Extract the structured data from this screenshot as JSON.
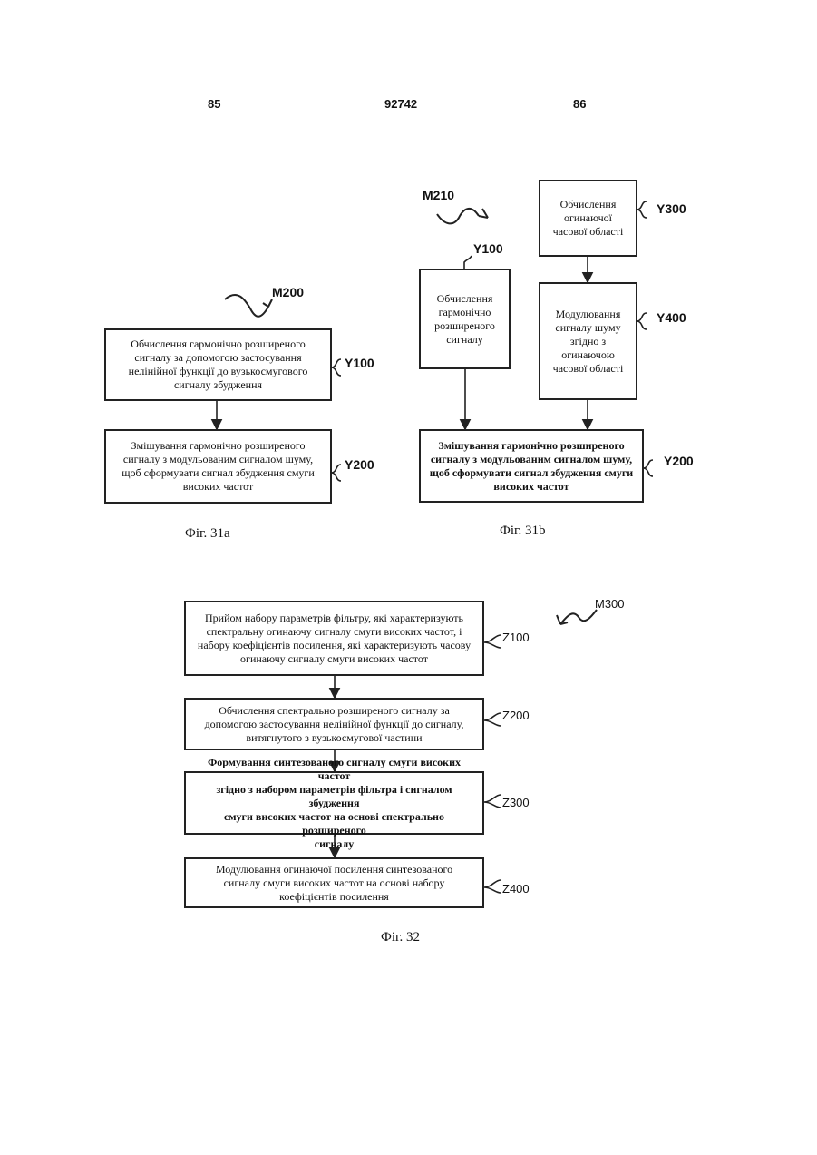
{
  "header": {
    "left_page": "85",
    "patent_number": "92742",
    "right_page": "86"
  },
  "fig31a": {
    "method_label": "M200",
    "box1": {
      "text": "Обчислення гармонічно розширеного\nсигналу за допомогою застосування\nнелінійної функції до вузькосмугового\nсигналу збудження",
      "ref": "Y100"
    },
    "box2": {
      "text": "Змішування гармонічно розширеного\nсигналу з модульованим сигналом шуму,\nщоб сформувати сигнал збудження смуги\nвисоких частот",
      "ref": "Y200"
    },
    "caption": "Фіг. 31a"
  },
  "fig31b": {
    "method_label": "M210",
    "box_y100": {
      "text": "Обчислення\nгармонічно\nрозширеного\nсигналу",
      "ref": "Y100"
    },
    "box_y300": {
      "text": "Обчислення\nогинаючої\nчасової області",
      "ref": "Y300"
    },
    "box_y400": {
      "text": "Модулювання\nсигналу шуму\nзгідно з\nогинаючою\nчасової області",
      "ref": "Y400"
    },
    "box_y200": {
      "text": "Змішування гармонічно розширеного\nсигналу з модульованим сигналом шуму,\nщоб сформувати сигнал збудження смуги\nвисоких частот",
      "ref": "Y200"
    },
    "caption": "Фіг. 31b"
  },
  "fig32": {
    "method_label": "M300",
    "box_z100": {
      "text": "Прийом набору параметрів фільтру, які характеризують\nспектральну огинаючу сигналу смуги високих частот, і\nнабору коефіцієнтів посилення, які характеризують часову\nогинаючу сигналу смуги високих частот",
      "ref": "Z100"
    },
    "box_z200": {
      "text": "Обчислення спектрально розширеного сигналу за\nдопомогою застосування нелінійної функції до сигналу,\nвитягнутого з вузькосмугової частини",
      "ref": "Z200"
    },
    "box_z300": {
      "text": "Формування синтезованого сигналу смуги високих частот\nзгідно з набором параметрів фільтра і сигналом збудження\nсмуги високих частот на основі спектрально розширеного\nсигналу",
      "ref": "Z300"
    },
    "box_z400": {
      "text": "Модулювання огинаючої посилення синтезованого\nсигналу смуги високих частот на основі набору\nкоефіцієнтів посилення",
      "ref": "Z400"
    },
    "caption": "Фіг. 32"
  }
}
